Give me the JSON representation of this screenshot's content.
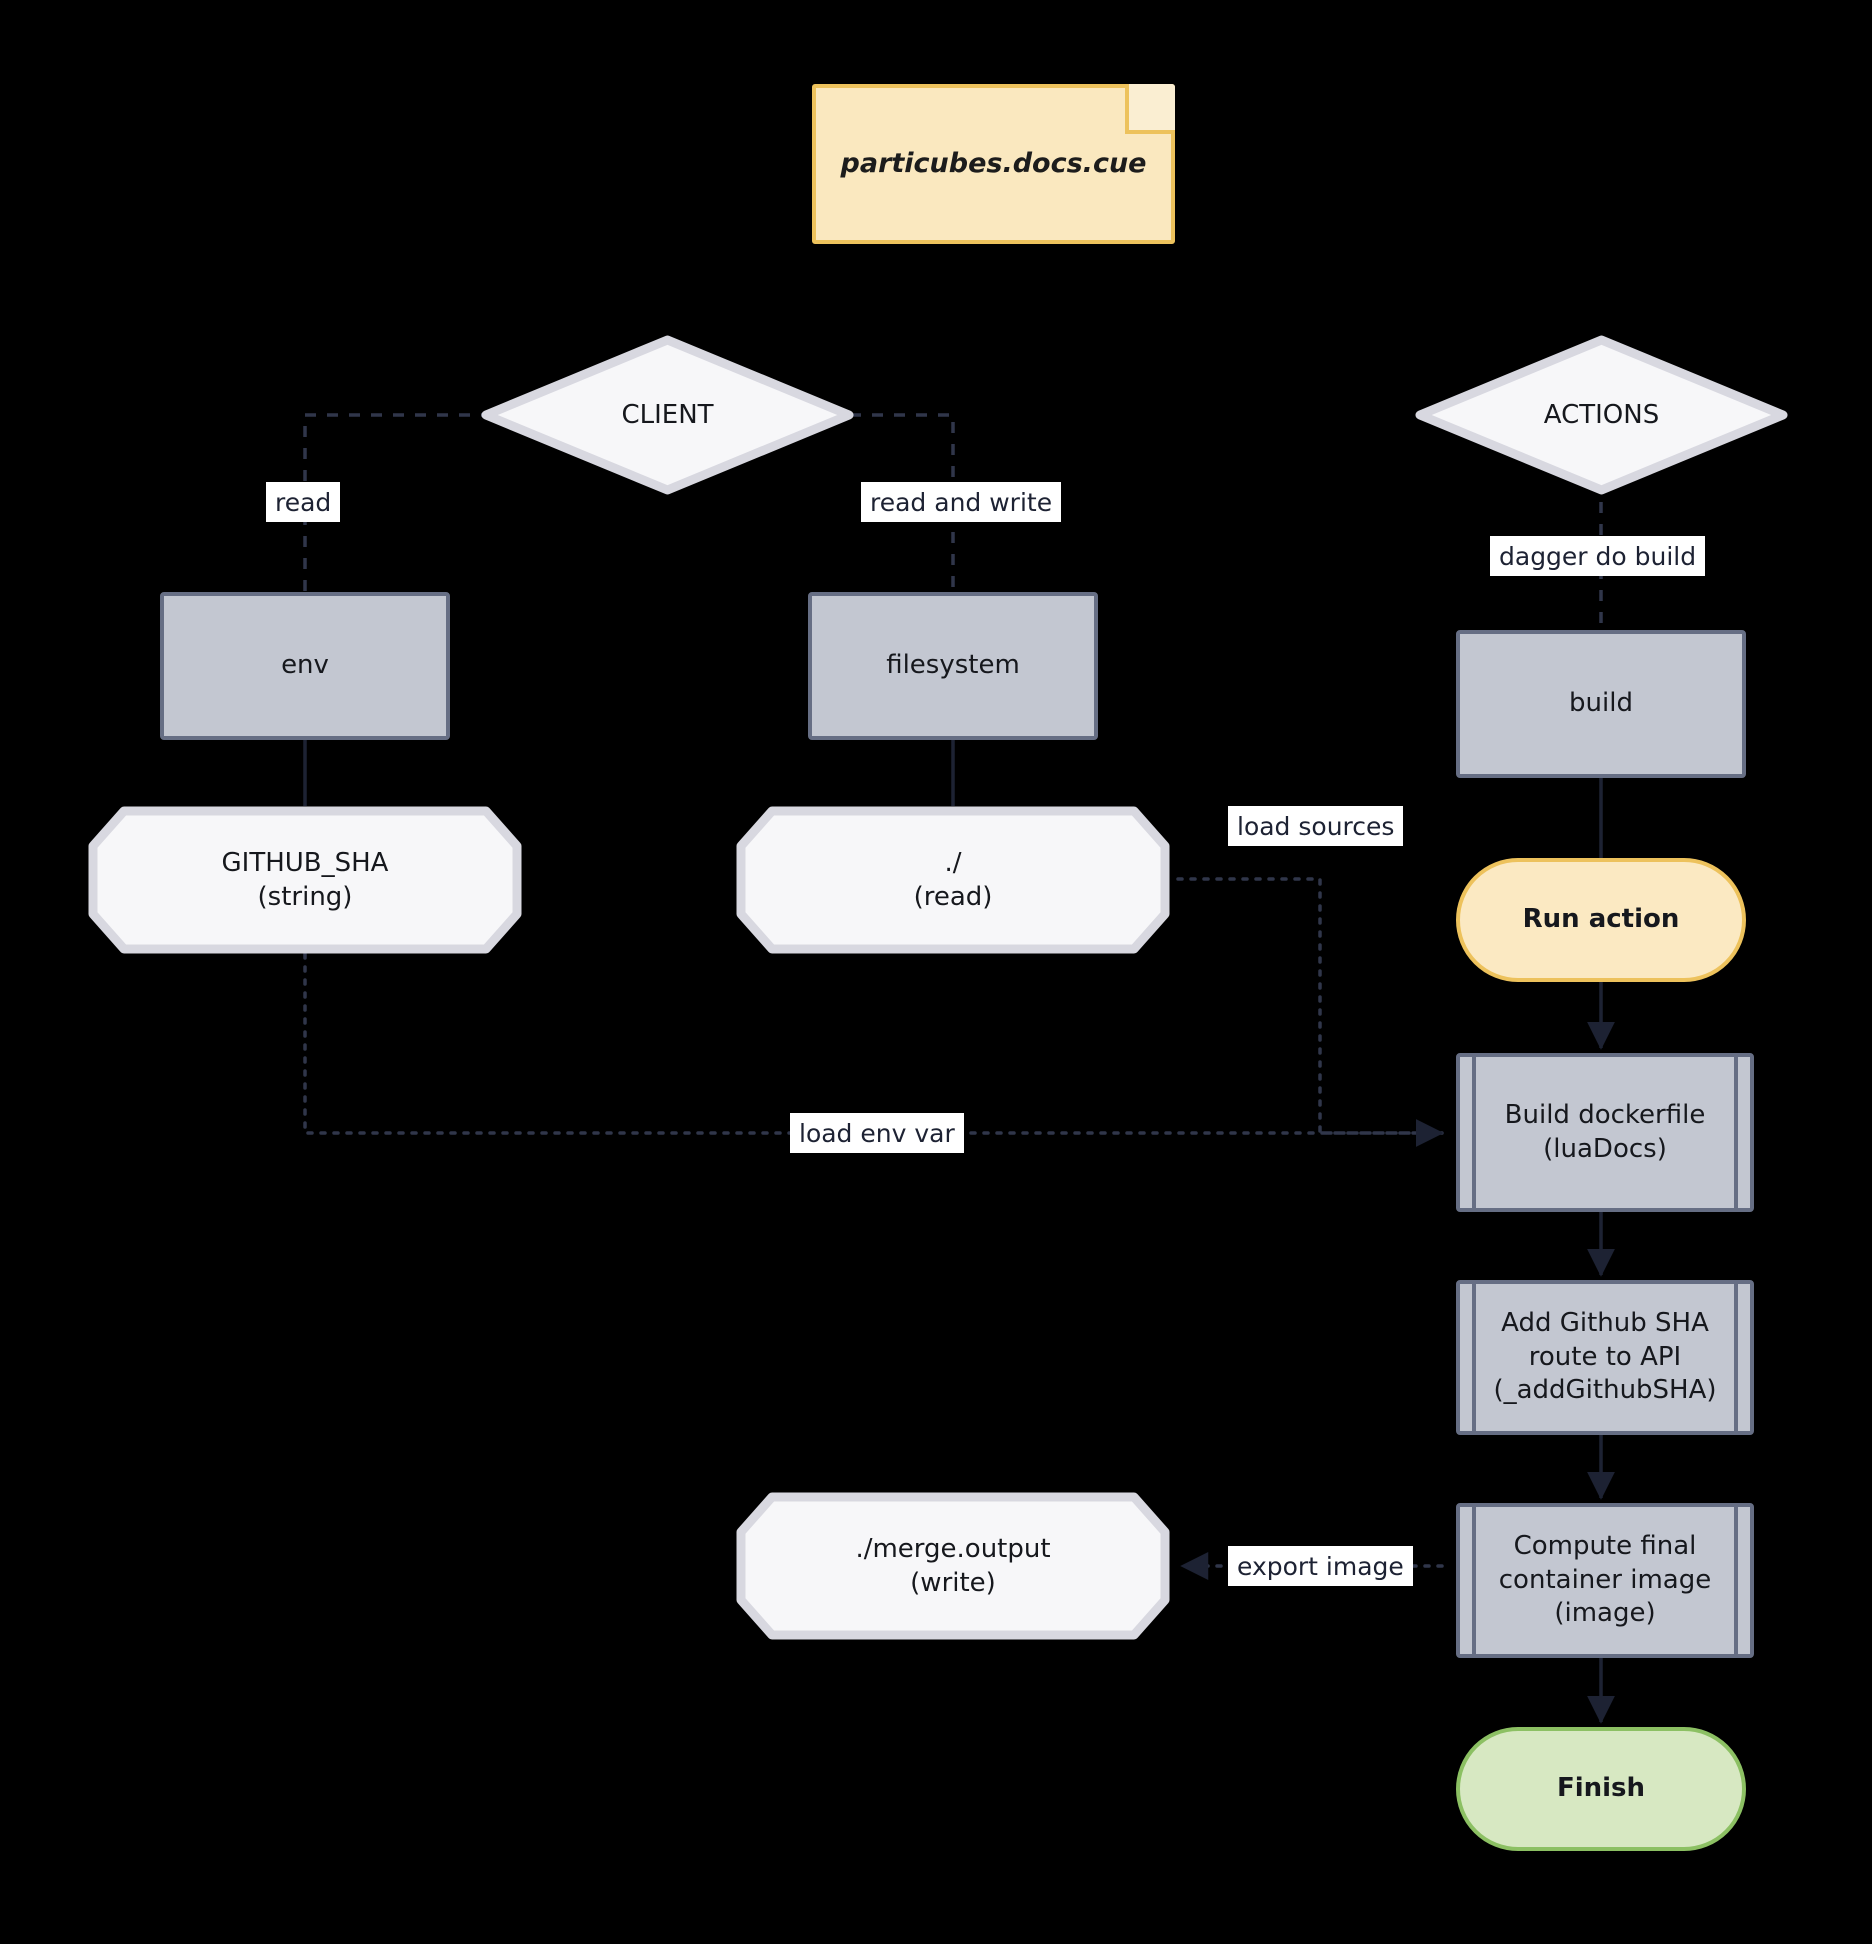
{
  "diagram": {
    "type": "flowchart",
    "title_note": "particubes.docs.cue",
    "background_color": "#000000",
    "nodes": {
      "note": {
        "label": "particubes.docs.cue",
        "shape": "note",
        "fill": "#fae8bf",
        "stroke": "#edc25c"
      },
      "client": {
        "label": "CLIENT",
        "shape": "diamond",
        "fill": "#f7f7f9",
        "stroke": "#d8d8e0"
      },
      "actions": {
        "label": "ACTIONS",
        "shape": "diamond",
        "fill": "#f7f7f9",
        "stroke": "#d8d8e0"
      },
      "env": {
        "label": "env",
        "shape": "rect",
        "fill": "#c3c7d1",
        "stroke": "#666e84"
      },
      "filesystem": {
        "label": "filesystem",
        "shape": "rect",
        "fill": "#c3c7d1",
        "stroke": "#666e84"
      },
      "build": {
        "label": "build",
        "shape": "rect",
        "fill": "#c3c7d1",
        "stroke": "#666e84"
      },
      "github_sha": {
        "line1": "GITHUB_SHA",
        "line2": "(string)",
        "shape": "octagon",
        "fill": "#f7f7f9",
        "stroke": "#d8d8e0"
      },
      "dot_slash": {
        "line1": "./",
        "line2": "(read)",
        "shape": "octagon",
        "fill": "#f7f7f9",
        "stroke": "#d8d8e0"
      },
      "merge_output": {
        "line1": "./merge.output",
        "line2": "(write)",
        "shape": "octagon",
        "fill": "#f7f7f9",
        "stroke": "#d8d8e0"
      },
      "run_action": {
        "label": "Run action",
        "shape": "stadium",
        "fill": "#fbe9c2",
        "stroke": "#edc25c"
      },
      "build_dockerfile": {
        "line1": "Build dockerfile",
        "line2": "(luaDocs)",
        "shape": "subroutine",
        "fill": "#c3c7d1",
        "stroke": "#666e84"
      },
      "add_github_sha": {
        "line1": "Add Github SHA",
        "line2": "route to API",
        "line3": "(_addGithubSHA)",
        "shape": "subroutine",
        "fill": "#c3c7d1",
        "stroke": "#666e84"
      },
      "compute_image": {
        "line1": "Compute final",
        "line2": "container image",
        "line3": "(image)",
        "shape": "subroutine",
        "fill": "#c3c7d1",
        "stroke": "#666e84"
      },
      "finish": {
        "label": "Finish",
        "shape": "stadium",
        "fill": "#d7e8c2",
        "stroke": "#8cc063"
      }
    },
    "edge_labels": {
      "read": "read",
      "read_and_write": "read and write",
      "dagger_do_build": "dagger do build",
      "load_sources": "load sources",
      "load_env_var": "load env var",
      "export_image": "export image"
    },
    "edges": [
      {
        "from": "client",
        "to": "env",
        "label": "read",
        "style": "dashed"
      },
      {
        "from": "client",
        "to": "filesystem",
        "label": "read and write",
        "style": "dashed"
      },
      {
        "from": "actions",
        "to": "build",
        "label": "dagger do build",
        "style": "dashed"
      },
      {
        "from": "env",
        "to": "github_sha",
        "style": "solid"
      },
      {
        "from": "filesystem",
        "to": "dot_slash",
        "style": "solid"
      },
      {
        "from": "build",
        "to": "run_action",
        "style": "solid-arrow"
      },
      {
        "from": "run_action",
        "to": "build_dockerfile",
        "style": "solid-arrow"
      },
      {
        "from": "build_dockerfile",
        "to": "add_github_sha",
        "style": "solid-arrow"
      },
      {
        "from": "add_github_sha",
        "to": "compute_image",
        "style": "solid-arrow"
      },
      {
        "from": "compute_image",
        "to": "finish",
        "style": "solid-arrow"
      },
      {
        "from": "dot_slash",
        "to": "build_dockerfile",
        "label": "load sources",
        "style": "dotted-arrow"
      },
      {
        "from": "github_sha",
        "to": "build_dockerfile",
        "label": "load env var",
        "style": "dotted-arrow"
      },
      {
        "from": "compute_image",
        "to": "merge_output",
        "label": "export image",
        "style": "dotted-arrow"
      }
    ]
  }
}
